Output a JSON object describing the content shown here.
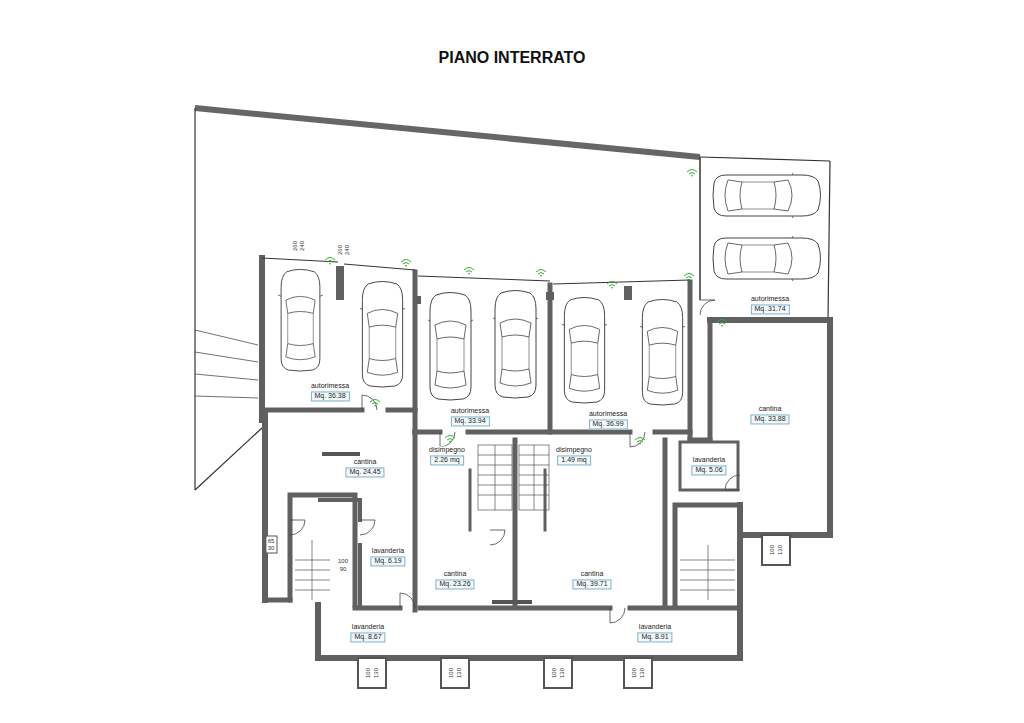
{
  "diagram": {
    "title": "PIANO INTERRATO",
    "nodes": [
      {
        "text": [
          "autorimessa",
          "Mq. 36.38"
        ]
      },
      {
        "text": [
          "autorimessa",
          "Mq. 33.94"
        ]
      },
      {
        "text": [
          "autorimessa",
          "Mq. 36.99"
        ]
      },
      {
        "text": [
          "autorimessa",
          "Mq. 31.74"
        ]
      },
      {
        "text": [
          "cantina",
          "Mq. 33.88"
        ]
      },
      {
        "text": [
          "lavanderia",
          "Mq. 5.06"
        ]
      },
      {
        "text": [
          "cantina",
          "Mq. 24.45"
        ]
      },
      {
        "text": [
          "disimpegno",
          "2.26 mq"
        ]
      },
      {
        "text": [
          "disimpegno",
          "1.49 mq"
        ]
      },
      {
        "text": [
          "lavanderia",
          "Mq. 6.19"
        ]
      },
      {
        "text": [
          "cantina",
          "Mq. 23.26"
        ]
      },
      {
        "text": [
          "cantina",
          "Mq. 39.71"
        ]
      },
      {
        "text": [
          "lavanderia",
          "Mq. 8.67"
        ]
      },
      {
        "text": [
          "lavanderia",
          "Mq. 8.91"
        ]
      }
    ],
    "labels": [
      "260",
      "240",
      "260",
      "240",
      "65",
      "30",
      "100",
      "90",
      "100",
      "130",
      "100",
      "130",
      "100",
      "130",
      "100",
      "130",
      "100",
      "130"
    ]
  }
}
